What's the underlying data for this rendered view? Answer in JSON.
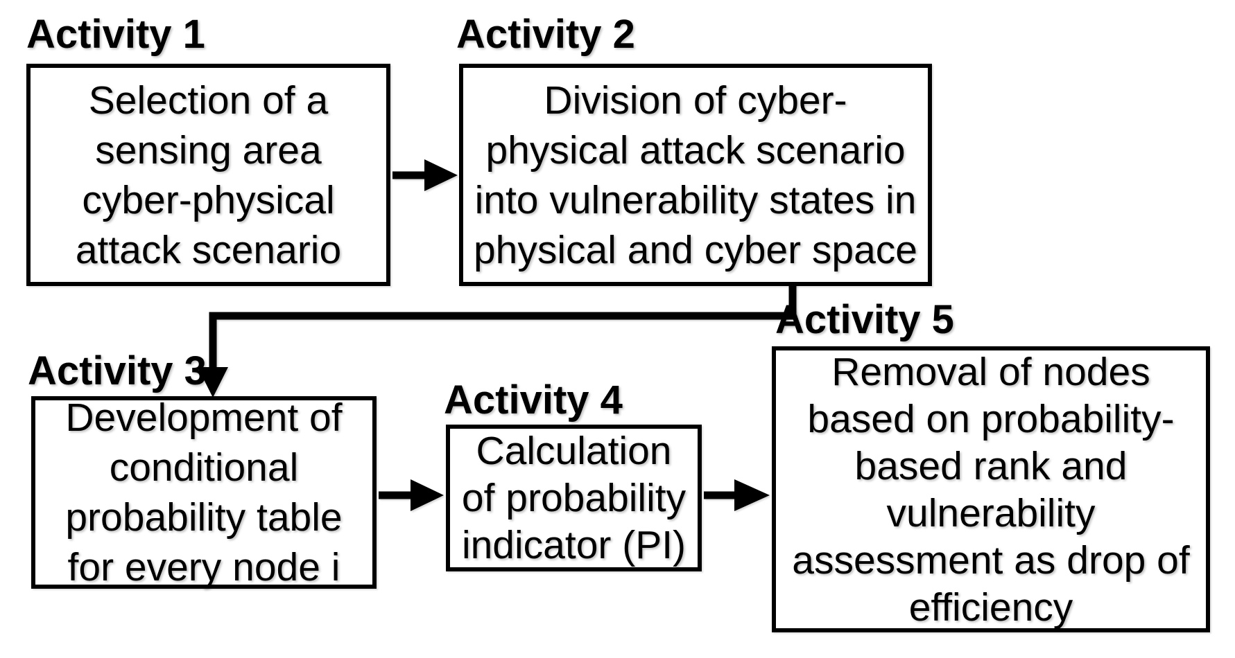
{
  "activities": [
    {
      "label": "Activity 1",
      "text": "Selection of a\nsensing area\ncyber-physical\nattack scenario"
    },
    {
      "label": "Activity 2",
      "text": "Division of cyber-\nphysical attack scenario\ninto vulnerability states in\nphysical and cyber space"
    },
    {
      "label": "Activity 3",
      "text": "Development of\nconditional\nprobability table\nfor every node i"
    },
    {
      "label": "Activity 4",
      "text": "Calculation\nof probability\nindicator (PI)"
    },
    {
      "label": "Activity 5",
      "text": "Removal of nodes\nbased on probability-\nbased rank and\nvulnerability\nassessment as drop of\nefficiency"
    }
  ],
  "colors": {
    "ink": "#000000",
    "background": "#ffffff"
  }
}
